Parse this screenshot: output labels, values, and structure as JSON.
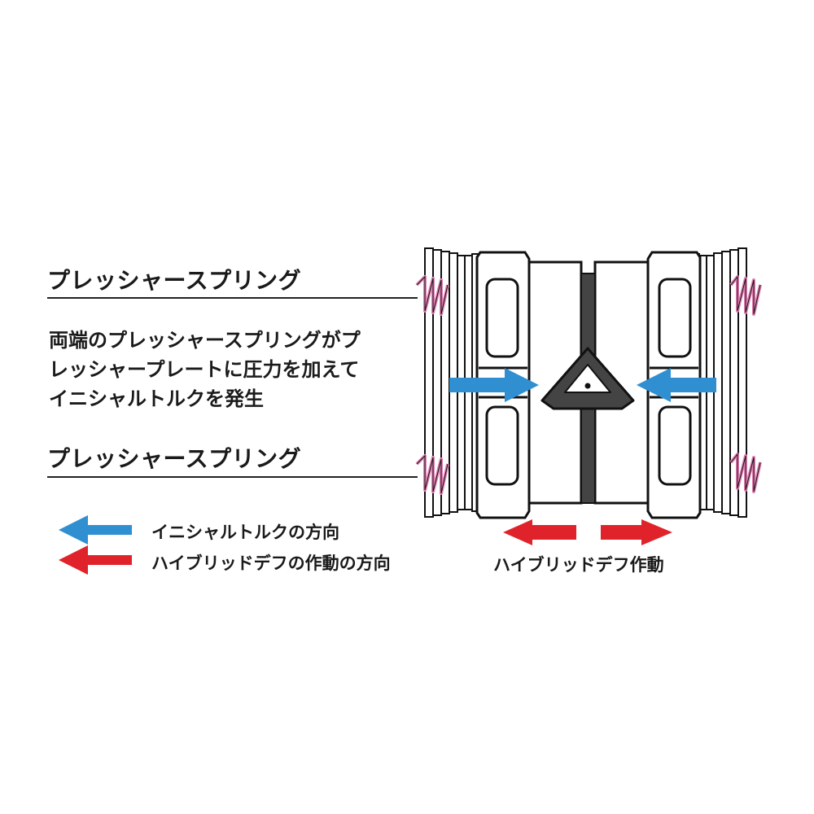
{
  "labels": {
    "spring_top": "プレッシャースプリング",
    "spring_bottom": "プレッシャースプリング",
    "description": [
      "両端のプレッシャースプリングがプ",
      "レッシャープレートに圧力を加えて",
      "イニシャルトルクを発生"
    ]
  },
  "legend": [
    {
      "text": "イニシャルトルクの方向",
      "color": "#2f8fd1"
    },
    {
      "text": "ハイブリッドデフの作動の方向",
      "color": "#e0232a"
    }
  ],
  "diagram": {
    "operation_label": "ハイブリッドデフ作動",
    "colors": {
      "spring": "#e17fb2",
      "blue_arrow": "#2f8fd1",
      "red_arrow": "#e0232a",
      "core": "#444444",
      "outline": "#111111"
    },
    "icons": [
      "spring-icon",
      "blue-arrow-icon",
      "red-arrow-icon"
    ]
  }
}
